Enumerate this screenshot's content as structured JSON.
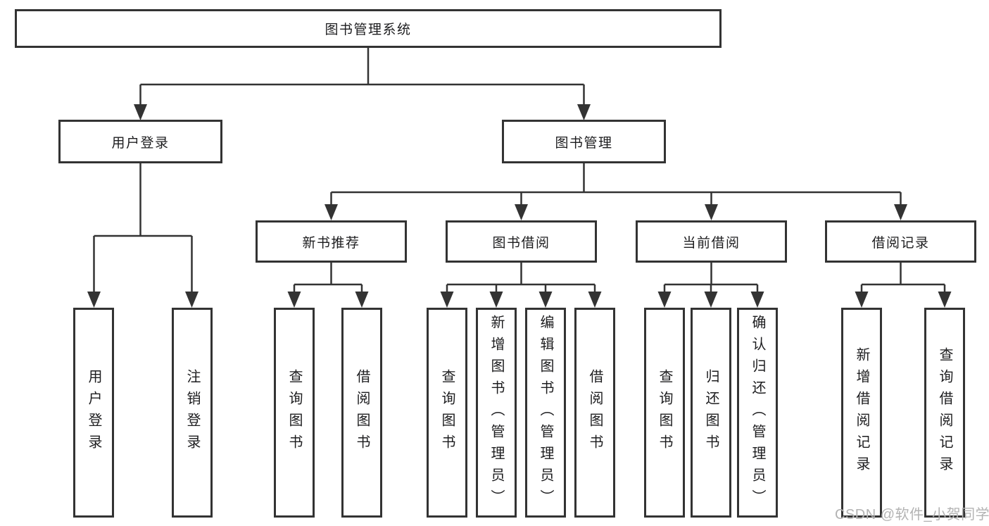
{
  "diagram": {
    "root": "图书管理系统",
    "level2": [
      "用户登录",
      "图书管理"
    ],
    "categories": [
      "新书推荐",
      "图书借阅",
      "当前借阅",
      "借阅记录"
    ],
    "leaves": {
      "login": [
        "用户登录",
        "注销登录"
      ],
      "recommend": [
        "查询图书",
        "借阅图书"
      ],
      "borrow": [
        "查询图书",
        "新增图书（管理员）",
        "编辑图书（管理员）",
        "借阅图书"
      ],
      "current": [
        "查询图书",
        "归还图书",
        "确认归还（管理员）"
      ],
      "records": [
        "新增借阅记录",
        "查询借阅记录"
      ]
    }
  },
  "watermark": "CSDN @软件_小贺同学",
  "colors": {
    "line": "#333333",
    "box_border": "#333333",
    "text": "#1d1d1f",
    "watermark": "#b3b3b3",
    "background": "#ffffff"
  }
}
